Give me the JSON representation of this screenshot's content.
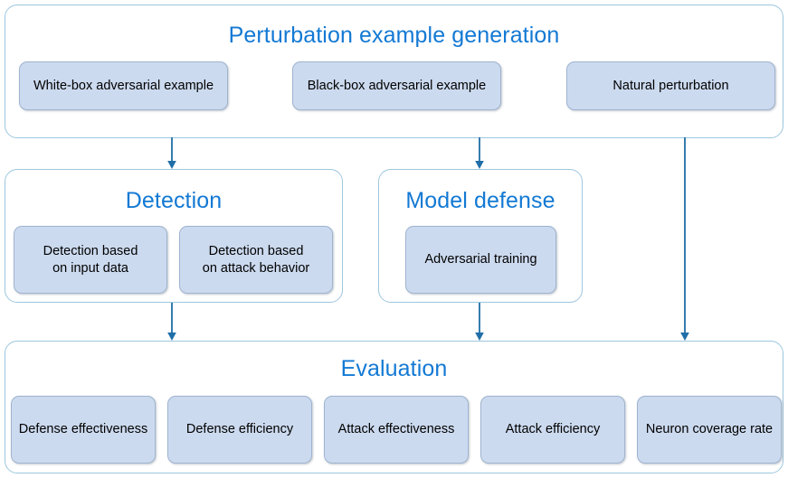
{
  "diagram": {
    "title": "Perturbation example generation",
    "accent_color": "#1379d4",
    "node_fill_color": "#ccdaef",
    "node_border_color": "#9fb4d0",
    "group_border_color": "#9dc7de",
    "arrow_color": "#1f6ea8",
    "background_color": "#ffffff"
  },
  "groups": {
    "generation": {
      "title": "Perturbation example generation",
      "nodes": [
        {
          "label": "White-box adversarial example"
        },
        {
          "label": "Black-box adversarial example"
        },
        {
          "label": "Natural perturbation"
        }
      ]
    },
    "detection": {
      "title": "Detection",
      "nodes": [
        {
          "label": "Detection based\non input data"
        },
        {
          "label": "Detection based\non attack behavior"
        }
      ]
    },
    "model_defense": {
      "title": "Model defense",
      "nodes": [
        {
          "label": "Adversarial training"
        }
      ]
    },
    "evaluation": {
      "title": "Evaluation",
      "nodes": [
        {
          "label": "Defense effectiveness"
        },
        {
          "label": "Defense efficiency"
        },
        {
          "label": "Attack effectiveness"
        },
        {
          "label": "Attack efficiency"
        },
        {
          "label": "Neuron coverage rate"
        }
      ]
    }
  },
  "connectors": [
    {
      "name": "generation-to-detection",
      "from": "generation",
      "to": "detection"
    },
    {
      "name": "generation-to-model-defense",
      "from": "generation",
      "to": "model_defense"
    },
    {
      "name": "generation-to-evaluation",
      "from": "generation",
      "to": "evaluation"
    },
    {
      "name": "detection-to-evaluation",
      "from": "detection",
      "to": "evaluation"
    },
    {
      "name": "model-defense-to-evaluation",
      "from": "model_defense",
      "to": "evaluation"
    }
  ]
}
